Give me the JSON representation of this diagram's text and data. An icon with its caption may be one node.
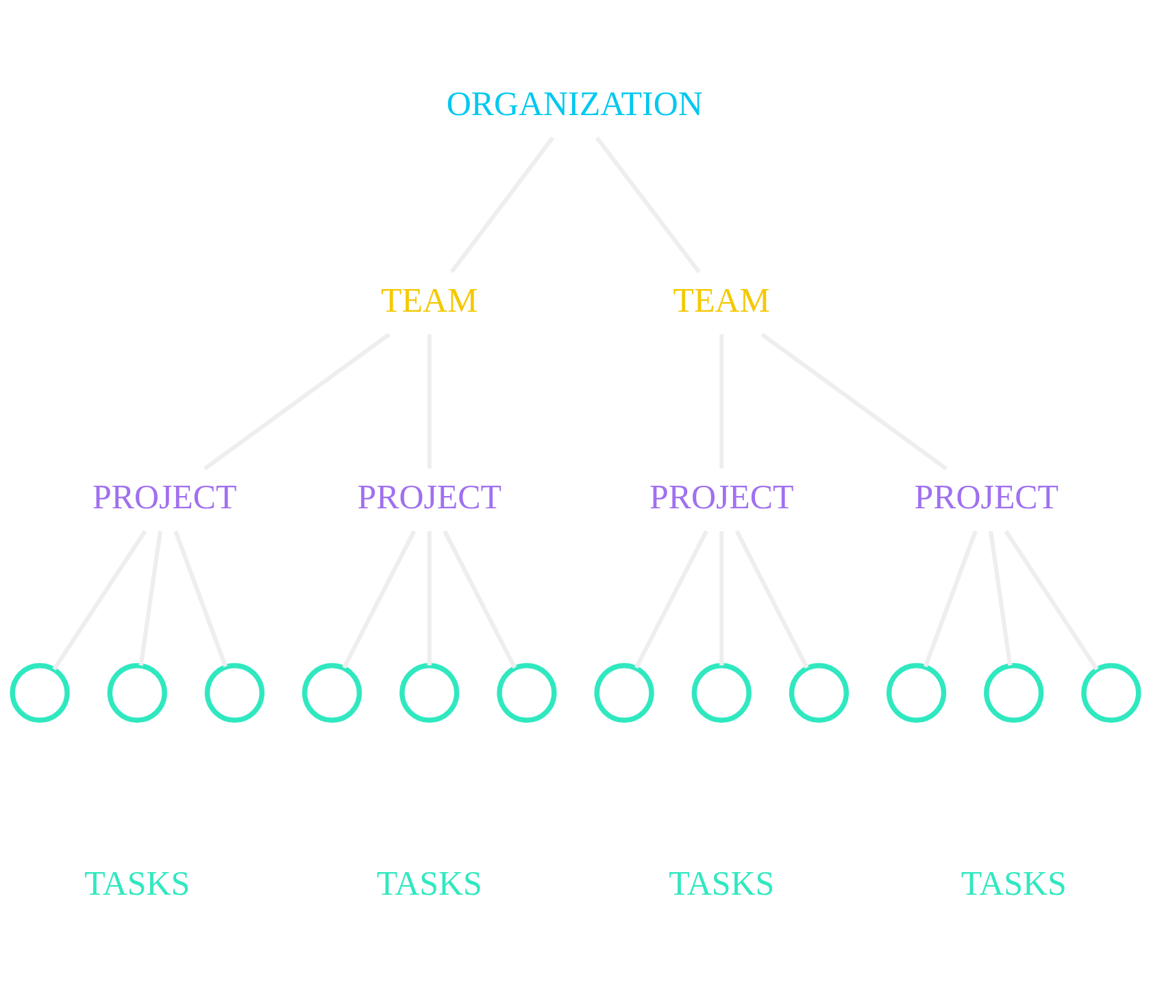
{
  "diagram": {
    "nodes": [
      {
        "text": [
          "ORGANIZATION"
        ]
      },
      {
        "text": [
          "TEAM"
        ]
      },
      {
        "text": [
          "TEAM"
        ]
      },
      {
        "text": [
          "PROJECT"
        ]
      },
      {
        "text": [
          "PROJECT"
        ]
      },
      {
        "text": [
          "PROJECT"
        ]
      },
      {
        "text": [
          "PROJECT"
        ]
      },
      {
        "text": [],
        "shape": "circle"
      },
      {
        "text": [],
        "shape": "circle"
      },
      {
        "text": [],
        "shape": "circle"
      },
      {
        "text": [],
        "shape": "circle"
      },
      {
        "text": [],
        "shape": "circle"
      },
      {
        "text": [],
        "shape": "circle"
      },
      {
        "text": [],
        "shape": "circle"
      },
      {
        "text": [],
        "shape": "circle"
      },
      {
        "text": [],
        "shape": "circle"
      },
      {
        "text": [],
        "shape": "circle"
      },
      {
        "text": [],
        "shape": "circle"
      },
      {
        "text": [],
        "shape": "circle"
      }
    ],
    "edges": [
      {
        "from": 0,
        "to": 1,
        "arrow": "none"
      },
      {
        "from": 0,
        "to": 2,
        "arrow": "none"
      },
      {
        "from": 1,
        "to": 3,
        "arrow": "none"
      },
      {
        "from": 1,
        "to": 4,
        "arrow": "none"
      },
      {
        "from": 2,
        "to": 5,
        "arrow": "none"
      },
      {
        "from": 2,
        "to": 6,
        "arrow": "none"
      },
      {
        "from": 3,
        "to": 7,
        "arrow": "none"
      },
      {
        "from": 3,
        "to": 8,
        "arrow": "none"
      },
      {
        "from": 3,
        "to": 9,
        "arrow": "none"
      },
      {
        "from": 4,
        "to": 10,
        "arrow": "none"
      },
      {
        "from": 4,
        "to": 11,
        "arrow": "none"
      },
      {
        "from": 4,
        "to": 12,
        "arrow": "none"
      },
      {
        "from": 5,
        "to": 13,
        "arrow": "none"
      },
      {
        "from": 5,
        "to": 14,
        "arrow": "none"
      },
      {
        "from": 5,
        "to": 15,
        "arrow": "none"
      },
      {
        "from": 6,
        "to": 16,
        "arrow": "none"
      },
      {
        "from": 6,
        "to": 17,
        "arrow": "none"
      },
      {
        "from": 6,
        "to": 18,
        "arrow": "none"
      }
    ],
    "labels": [
      "TASKS",
      "TASKS",
      "TASKS",
      "TASKS"
    ]
  }
}
